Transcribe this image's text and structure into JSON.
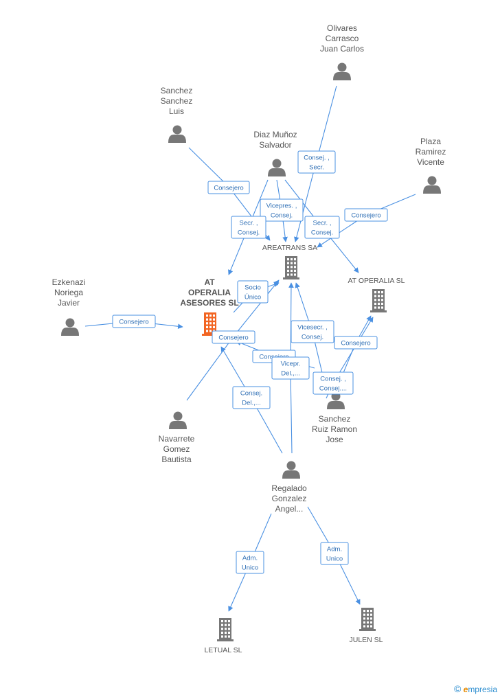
{
  "colors": {
    "edge": "#4a90e2",
    "person": "#777777",
    "company": "#777777",
    "focus": "#f26522"
  },
  "persons": [
    {
      "id": "olivares",
      "lines": [
        "Olivares",
        "Carrasco",
        "Juan Carlos"
      ]
    },
    {
      "id": "sanchez_sanchez",
      "lines": [
        "Sanchez",
        "Sanchez",
        "Luis"
      ]
    },
    {
      "id": "diaz",
      "lines": [
        "Diaz Muñoz",
        "Salvador"
      ]
    },
    {
      "id": "plaza",
      "lines": [
        "Plaza",
        "Ramirez",
        "Vicente"
      ]
    },
    {
      "id": "ezkenazi",
      "lines": [
        "Ezkenazi",
        "Noriega",
        "Javier"
      ]
    },
    {
      "id": "navarrete",
      "lines": [
        "Navarrete",
        "Gomez",
        "Bautista"
      ]
    },
    {
      "id": "sanchez_ruiz",
      "lines": [
        "Sanchez",
        "Ruiz Ramon",
        "Jose"
      ]
    },
    {
      "id": "regalado",
      "lines": [
        "Regalado",
        "Gonzalez",
        "Angel..."
      ]
    }
  ],
  "companies": [
    {
      "id": "at_operalia_asesores",
      "lines": [
        "AT",
        "OPERALIA",
        "ASESORES SL"
      ],
      "focus": true
    },
    {
      "id": "areatrans",
      "lines": [
        "AREATRANS SA"
      ]
    },
    {
      "id": "at_operalia",
      "lines": [
        "AT OPERALIA SL"
      ]
    },
    {
      "id": "letual",
      "lines": [
        "LETUAL  SL"
      ]
    },
    {
      "id": "julen",
      "lines": [
        "JULEN SL"
      ]
    }
  ],
  "edges": [
    {
      "id": "e1",
      "lines": [
        "Consej. ,",
        "Secr."
      ]
    },
    {
      "id": "e2",
      "lines": [
        "Consejero"
      ]
    },
    {
      "id": "e3",
      "lines": [
        "Vicepres. ,",
        "Consej."
      ]
    },
    {
      "id": "e4",
      "lines": [
        "Secr. ,",
        "Consej."
      ]
    },
    {
      "id": "e5",
      "lines": [
        "Secr. ,",
        "Consej."
      ]
    },
    {
      "id": "e6",
      "lines": [
        "Consejero"
      ]
    },
    {
      "id": "e7",
      "lines": [
        "Consejero"
      ]
    },
    {
      "id": "e8",
      "lines": [
        "Socio",
        "Único"
      ]
    },
    {
      "id": "e9",
      "lines": [
        "Consejero"
      ]
    },
    {
      "id": "e10",
      "lines": [
        "Vicesecr. ,",
        "Consej."
      ]
    },
    {
      "id": "e11",
      "lines": [
        "Consejero"
      ]
    },
    {
      "id": "e12",
      "lines": [
        "Consejero"
      ]
    },
    {
      "id": "e13",
      "lines": [
        "Vicepr.",
        "Del.,..."
      ]
    },
    {
      "id": "e14",
      "lines": [
        "Consej. ,",
        "Consej...."
      ]
    },
    {
      "id": "e15",
      "lines": [
        "Consej.",
        "Del.,..."
      ]
    },
    {
      "id": "e16",
      "lines": [
        "Adm.",
        "Unico"
      ]
    },
    {
      "id": "e17",
      "lines": [
        "Adm.",
        "Unico"
      ]
    }
  ],
  "footer": {
    "copyright": "©",
    "brand_initial": "e",
    "brand_rest": "mpresia"
  }
}
